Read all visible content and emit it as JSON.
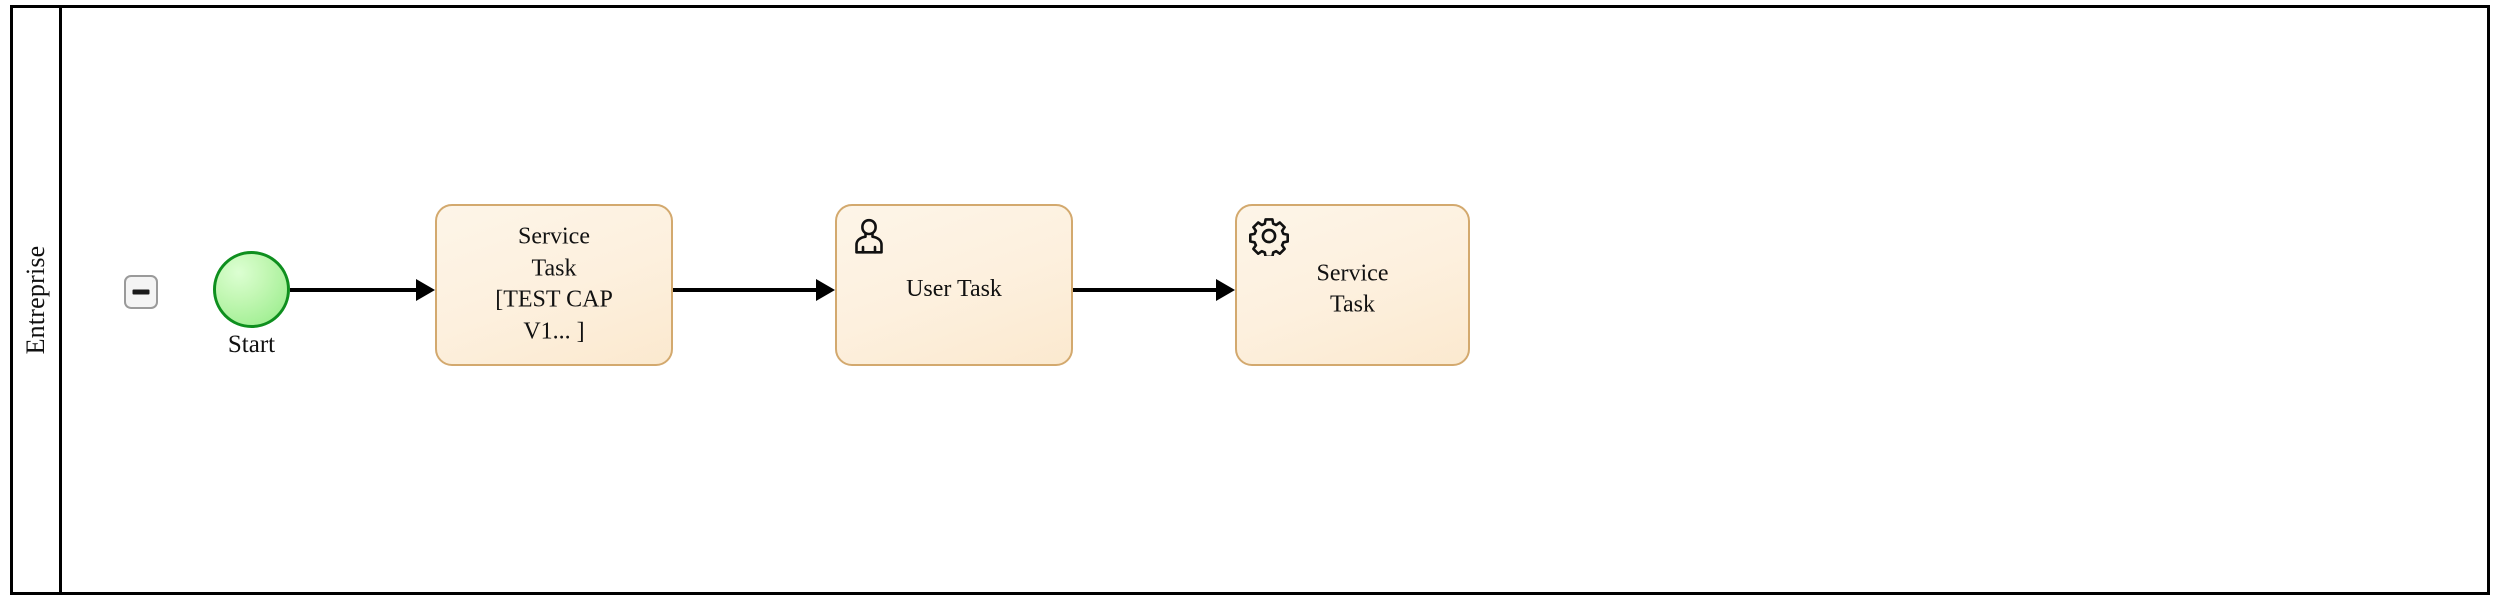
{
  "diagram": {
    "type": "bpmn-process",
    "pool": {
      "lane_label": "Entreprise",
      "collapse_toggle": "−",
      "border_color": "#000000",
      "background": "#ffffff"
    },
    "colors": {
      "task_fill": "#fdf0de",
      "task_border": "#d3a96e",
      "start_fill": "#93ec86",
      "start_border": "#0e8f1e",
      "flow_color": "#000000",
      "text_color": "#111111"
    },
    "nodes": [
      {
        "id": "start-event",
        "shape": "circle",
        "node_type": "start-event",
        "label": "Start",
        "icon": null
      },
      {
        "id": "task-service-1",
        "shape": "rounded-rect",
        "node_type": "service-task",
        "label": "Service\nTask\n[TEST CAP\nV1... ]",
        "icon": null
      },
      {
        "id": "task-user-1",
        "shape": "rounded-rect",
        "node_type": "user-task",
        "label": "User Task",
        "icon": "user-icon"
      },
      {
        "id": "task-service-2",
        "shape": "rounded-rect",
        "node_type": "service-task",
        "label": "Service\nTask",
        "icon": "gear-icon"
      }
    ],
    "flows": [
      {
        "id": "flow-1",
        "from": "start-event",
        "to": "task-service-1",
        "label": "",
        "style": "sequence-flow"
      },
      {
        "id": "flow-2",
        "from": "task-service-1",
        "to": "task-user-1",
        "label": "",
        "style": "sequence-flow"
      },
      {
        "id": "flow-3",
        "from": "task-user-1",
        "to": "task-service-2",
        "label": "",
        "style": "sequence-flow"
      }
    ]
  }
}
